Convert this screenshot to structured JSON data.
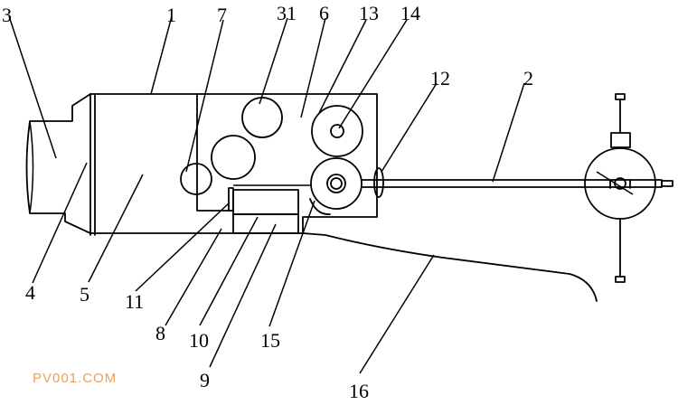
{
  "labels": {
    "l1": "1",
    "l2": "2",
    "l3": "3",
    "l4": "4",
    "l5": "5",
    "l6": "6",
    "l7": "7",
    "l8": "8",
    "l9": "9",
    "l10": "10",
    "l11": "11",
    "l12": "12",
    "l13": "13",
    "l14": "14",
    "l15": "15",
    "l16": "16",
    "l31": "31"
  },
  "watermark": "PV001.COM"
}
